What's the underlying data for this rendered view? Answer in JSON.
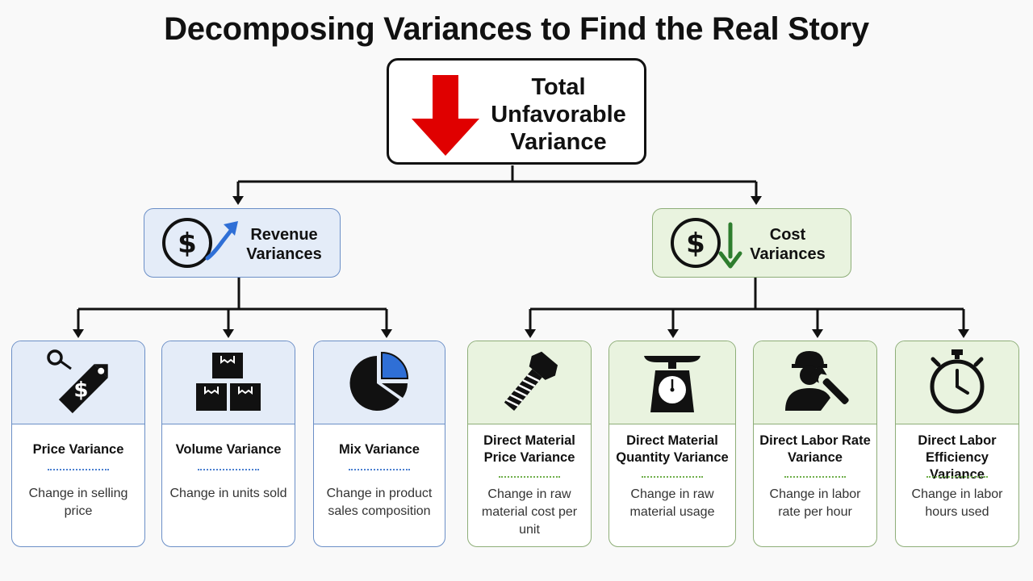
{
  "title": "Decomposing Variances to Find the Real Story",
  "root": {
    "label": "Total Unfavorable Variance",
    "icon": "down-arrow-icon",
    "color": "#e00000"
  },
  "groups": {
    "revenue": {
      "label": "Revenue Variances",
      "icon": "dollar-growth-icon",
      "color": "#2f6fd6"
    },
    "cost": {
      "label": "Cost Variances",
      "icon": "dollar-decline-icon",
      "color": "#2e7d2e"
    }
  },
  "cards": [
    {
      "title": "Price Variance",
      "description": "Change in selling price",
      "icon": "price-tag-icon"
    },
    {
      "title": "Volume Variance",
      "description": "Change in units sold",
      "icon": "boxes-icon"
    },
    {
      "title": "Mix Variance",
      "description": "Change in product sales composition",
      "icon": "pie-chart-icon"
    },
    {
      "title": "Direct Material Price Variance",
      "description": "Change in raw material cost per unit",
      "icon": "bolt-icon"
    },
    {
      "title": "Direct Material Quantity Variance",
      "description": "Change in raw material usage",
      "icon": "scale-icon"
    },
    {
      "title": "Direct Labor Rate Variance",
      "description": "Change in labor rate per hour",
      "icon": "worker-wrench-icon"
    },
    {
      "title": "Direct Labor Efficiency Variance",
      "description": "Change in labor hours used",
      "icon": "stopwatch-icon"
    }
  ]
}
